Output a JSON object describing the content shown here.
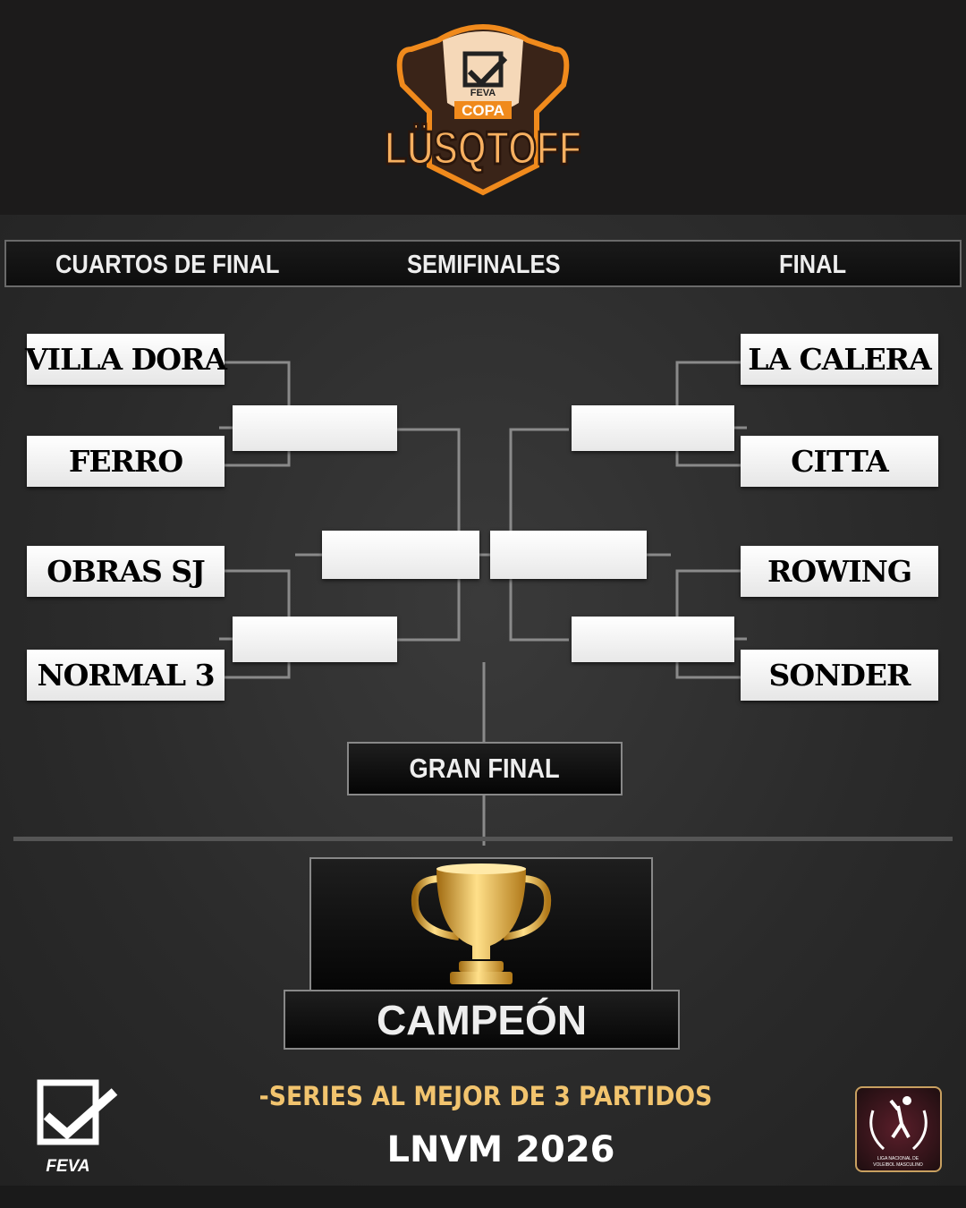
{
  "logo": {
    "top_text": "FEVA",
    "copa": "COPA",
    "name": "LÜSQTOFF"
  },
  "header": {
    "quarterfinals": "CUARTOS DE FINAL",
    "semifinals": "SEMIFINALES",
    "final": "FINAL"
  },
  "left_teams": [
    "VILLA DORA",
    "FERRO",
    "OBRAS SJ",
    "NORMAL 3"
  ],
  "right_teams": [
    "LA CALERA",
    "CITTA",
    "ROWING",
    "SONDER"
  ],
  "gran_final": "GRAN FINAL",
  "champion": "CAMPEÓN",
  "footer": {
    "series_note": "-SERIES AL MEJOR DE 3 PARTIDOS",
    "edition": "LNVM 2026",
    "feva_logo": "FEVA",
    "lnvm_logo": "LIGA NACIONAL DE VOLEIBOL MASCULINO"
  },
  "colors": {
    "accent": "#f0a030",
    "note": "#f2c46e"
  }
}
